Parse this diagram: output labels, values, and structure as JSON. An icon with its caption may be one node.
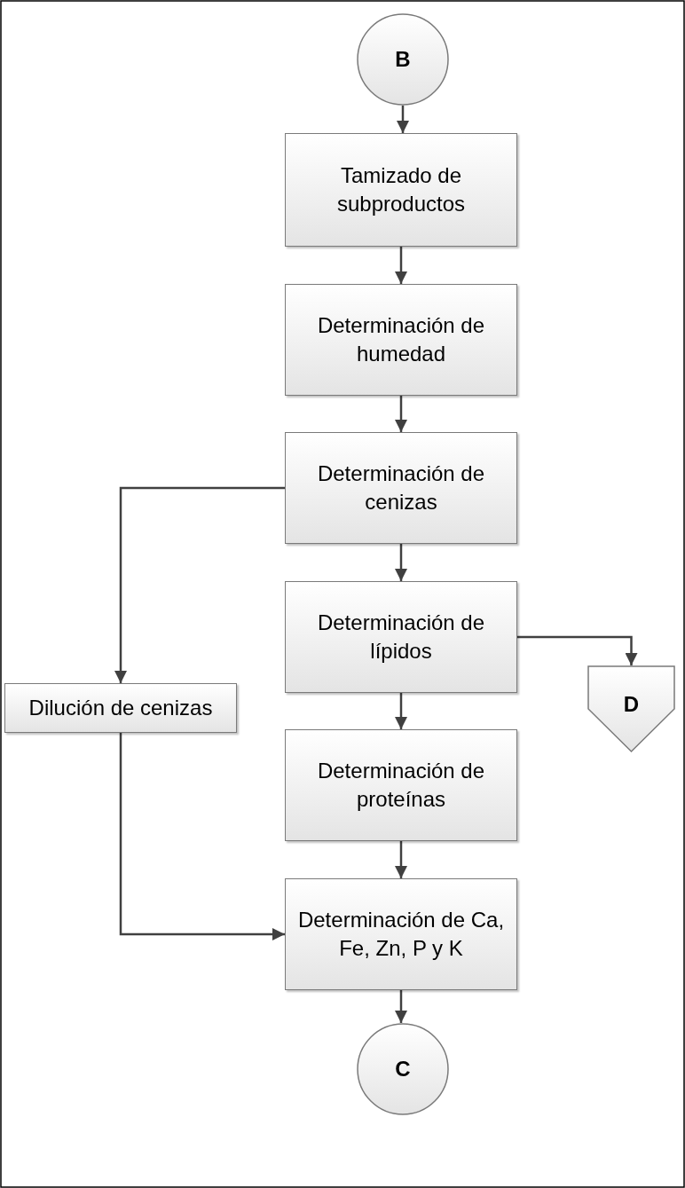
{
  "diagram": {
    "nodes": [
      {
        "text": [
          "B"
        ]
      },
      {
        "text": [
          "Tamizado de subproductos"
        ]
      },
      {
        "text": [
          "Determinación de humedad"
        ]
      },
      {
        "text": [
          "Determinación de cenizas"
        ]
      },
      {
        "text": [
          "Determinación de lípidos"
        ]
      },
      {
        "text": [
          "Dilución de cenizas"
        ]
      },
      {
        "text": [
          "Determinación de proteínas"
        ]
      },
      {
        "text": [
          "Determinación de Ca, Fe, Zn, P y K"
        ]
      },
      {
        "text": [
          "C"
        ]
      },
      {
        "text": [
          "D"
        ]
      }
    ],
    "edges": [
      {
        "from": 0,
        "to": 1,
        "arrow": "to"
      },
      {
        "from": 1,
        "to": 2,
        "arrow": "to"
      },
      {
        "from": 2,
        "to": 3,
        "arrow": "to"
      },
      {
        "from": 3,
        "to": 4,
        "arrow": "to"
      },
      {
        "from": 4,
        "to": 6,
        "arrow": "to"
      },
      {
        "from": 6,
        "to": 7,
        "arrow": "to"
      },
      {
        "from": 7,
        "to": 8,
        "arrow": "to"
      },
      {
        "from": 3,
        "to": 5,
        "arrow": "to"
      },
      {
        "from": 5,
        "to": 7,
        "arrow": "to"
      },
      {
        "from": 4,
        "to": 9,
        "arrow": "to"
      }
    ]
  }
}
